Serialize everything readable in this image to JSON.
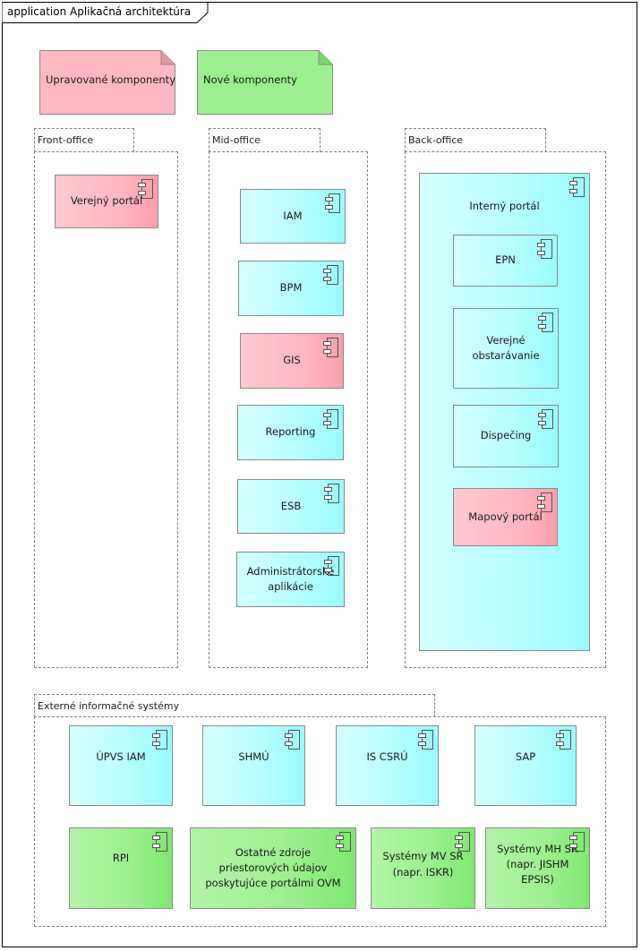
{
  "frame": {
    "title": "application Aplikačná architektúra"
  },
  "legend": {
    "modified": {
      "label": "Upravované komponenty",
      "color": "#ffb8c2"
    },
    "new": {
      "label": "Nové komponenty",
      "color": "#9cef8e"
    }
  },
  "packages": {
    "front": {
      "label": "Front-office",
      "components": [
        {
          "label": "Verejný portál",
          "kind": "modified"
        }
      ]
    },
    "mid": {
      "label": "Mid-office",
      "components": [
        {
          "label": "IAM",
          "kind": "existing"
        },
        {
          "label": "BPM",
          "kind": "existing"
        },
        {
          "label": "GIS",
          "kind": "modified"
        },
        {
          "label": "Reporting",
          "kind": "existing"
        },
        {
          "label": "ESB",
          "kind": "existing"
        },
        {
          "label": "Administrátorské\naplikácie",
          "kind": "existing"
        }
      ]
    },
    "back": {
      "label": "Back-office",
      "container": {
        "label": "Interný portál",
        "kind": "existing"
      },
      "components": [
        {
          "label": "EPN",
          "kind": "existing"
        },
        {
          "label": "Verejné\nobstarávanie",
          "kind": "existing"
        },
        {
          "label": "Dispečing",
          "kind": "existing"
        },
        {
          "label": "Mapový portál",
          "kind": "modified"
        }
      ]
    },
    "external": {
      "label": "Externé informačné systémy",
      "components": [
        {
          "label": "ÚPVS IAM",
          "kind": "existing"
        },
        {
          "label": "SHMÚ",
          "kind": "existing"
        },
        {
          "label": "IS CSRÚ",
          "kind": "existing"
        },
        {
          "label": "SAP",
          "kind": "existing"
        },
        {
          "label": "RPI",
          "kind": "new"
        },
        {
          "label": "Ostatné zdroje\npriestorových údajov\nposkytujúce portálmi OVM",
          "kind": "new"
        },
        {
          "label": "Systémy MV SR\n(napr. ISKR)",
          "kind": "new"
        },
        {
          "label": "Systémy MH SR\n(napr. JISHM EPSIS)",
          "kind": "new"
        }
      ]
    }
  },
  "icons": {
    "component": "uml-component-icon"
  }
}
